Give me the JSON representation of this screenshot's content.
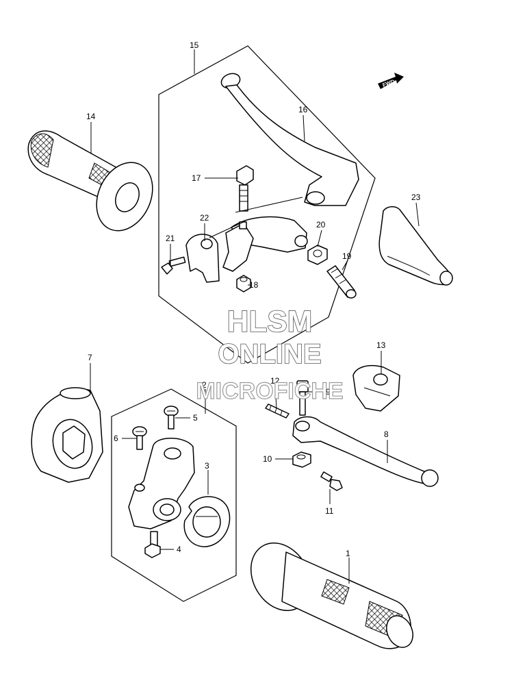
{
  "callouts": [
    "1",
    "2",
    "3",
    "4",
    "5",
    "6",
    "7",
    "8",
    "9",
    "10",
    "11",
    "12",
    "13",
    "14",
    "15",
    "16",
    "17",
    "18",
    "19",
    "20",
    "21",
    "22",
    "23"
  ],
  "fwd_label": "FWD",
  "watermark": {
    "line1": "HLSM",
    "line2": "ONLINE",
    "line3": "MICROFICHE"
  }
}
